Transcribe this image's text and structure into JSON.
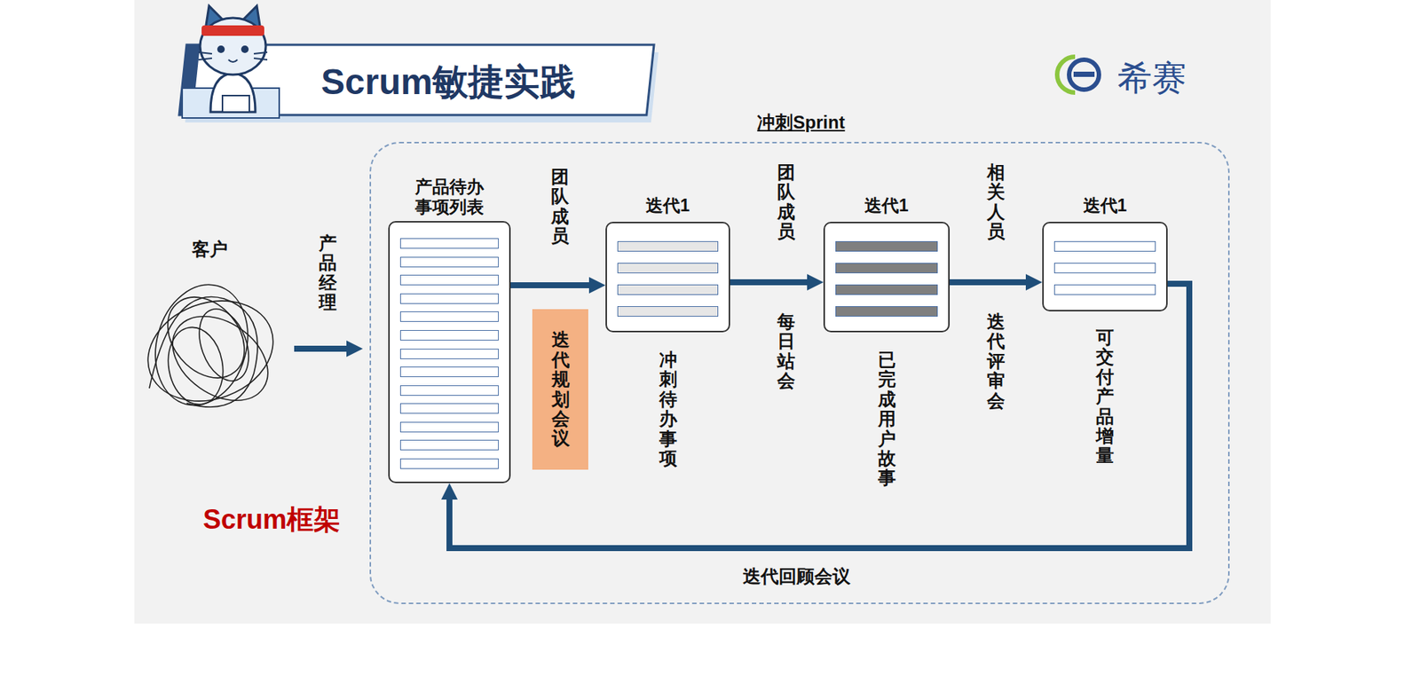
{
  "diagram": {
    "title": "Scrum敏捷实践",
    "nodes": [
      {
        "text": [
          "冲刺Sprint"
        ]
      },
      {
        "text": [
          "产品待办事项列表"
        ],
        "in": 0
      },
      {
        "text": [
          "迭代规划会议"
        ],
        "in": 0
      },
      {
        "text": [
          "迭代1",
          "冲刺待办事项"
        ],
        "in": 0
      },
      {
        "text": [
          "迭代1",
          "已完成用户故事"
        ],
        "in": 0
      },
      {
        "text": [
          "迭代1",
          "可交付产品增量"
        ],
        "in": 0
      }
    ],
    "edges": [
      {
        "from": 1,
        "to": 3,
        "arrow": "to",
        "label": "团队成员"
      },
      {
        "from": 3,
        "to": 4,
        "arrow": "to",
        "label": "团队成员"
      },
      {
        "from": 4,
        "to": 5,
        "arrow": "to",
        "label": "相关人员"
      },
      {
        "from": 5,
        "to": 1,
        "arrow": "to",
        "label": "迭代回顾会议"
      }
    ],
    "labels": [
      "客户",
      "产品经理",
      "每日站会",
      "迭代评审会",
      "Scrum框架",
      "希赛"
    ]
  }
}
